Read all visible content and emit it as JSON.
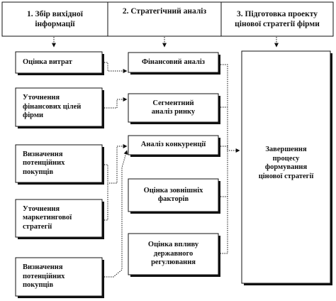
{
  "diagram": {
    "headers": [
      {
        "label": "1.  Збір вихідної\nінформації"
      },
      {
        "label": "2. Стратегічний  аналіз"
      },
      {
        "label": "3. Підготовка  проекту\nцінової стратегії фірми"
      }
    ],
    "inputs": [
      {
        "label": "Оцінка витрат"
      },
      {
        "label": "Уточнення\nфінансових цілей\nфірми"
      },
      {
        "label": "Визначення\nпотенційних\nпокупців"
      },
      {
        "label": "Уточнення\nмаркетингової\nстратегії"
      },
      {
        "label": "Визначення\nпотенційних\nпокупців"
      }
    ],
    "analyses": [
      {
        "label": "Фінансовий аналіз"
      },
      {
        "label": "Сегментний\nаналіз ринку"
      },
      {
        "label": "Аналіз конкуренції"
      },
      {
        "label": "Оцінка зовнішніх\nфакторів"
      },
      {
        "label": "Оцінка впливу\nдержавного\nрегулювання"
      }
    ],
    "result": {
      "label": "Завершення\nпроцесу\nформування\nцінової стратегії"
    }
  }
}
